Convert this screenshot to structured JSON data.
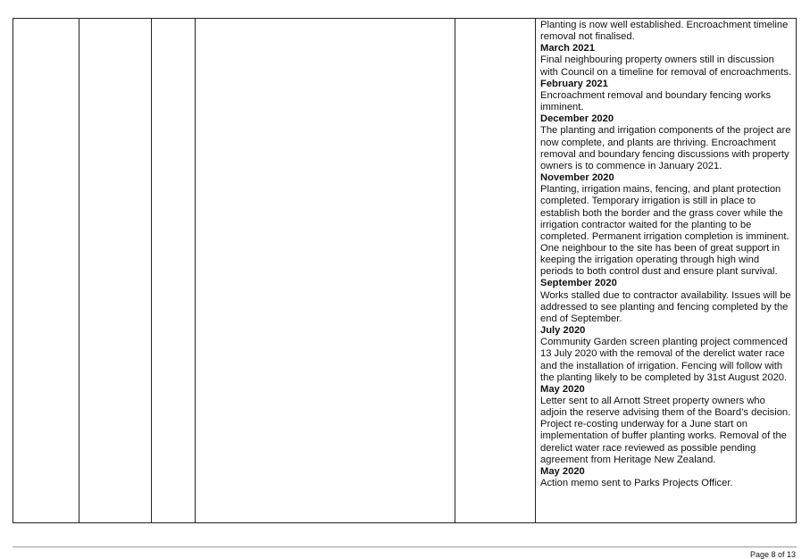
{
  "notes": [
    {
      "type": "text",
      "text": "Planting is now well established. Encroachment timeline removal not finalised."
    },
    {
      "type": "heading",
      "text": "March 2021"
    },
    {
      "type": "text",
      "text": "Final neighbouring property owners still in discussion with Council on a timeline for removal of encroachments."
    },
    {
      "type": "heading",
      "text": "February 2021"
    },
    {
      "type": "text",
      "text": "Encroachment removal and boundary fencing works imminent."
    },
    {
      "type": "heading",
      "text": "December 2020"
    },
    {
      "type": "text",
      "text": "The planting and irrigation components of the project are now complete, and plants are thriving. Encroachment removal and boundary fencing discussions with property owners is to commence in January 2021."
    },
    {
      "type": "heading",
      "text": "November 2020"
    },
    {
      "type": "text",
      "text": "Planting, irrigation mains, fencing, and plant protection completed.  Temporary irrigation is still in place to establish both the border and the grass cover while the irrigation contractor waited for the planting to be completed.  Permanent irrigation completion is imminent.  One neighbour to the site has been of great support in keeping the irrigation operating through high wind periods to both control dust and ensure plant survival."
    },
    {
      "type": "heading",
      "text": "September 2020"
    },
    {
      "type": "text",
      "text": "Works stalled due to contractor availability. Issues will be addressed to see planting and fencing completed by the end of September."
    },
    {
      "type": "heading",
      "text": "July 2020"
    },
    {
      "type": "text",
      "text": "Community Garden screen planting project commenced 13 July 2020 with the removal of the derelict water race and the installation of irrigation.  Fencing will follow with the planting likely to be completed by 31st August 2020."
    },
    {
      "type": "heading",
      "text": "May 2020"
    },
    {
      "type": "text",
      "text": "Letter sent to all Arnott Street property owners who adjoin the reserve advising them of the Board’s decision.  Project re-costing underway for a June start on implementation of buffer planting works.  Removal of the derelict water race reviewed as possible pending agreement from Heritage New Zealand."
    },
    {
      "type": "heading",
      "text": "May 2020"
    },
    {
      "type": "text",
      "text": "Action memo sent to Parks Projects Officer."
    }
  ],
  "footer": {
    "page_label": "Page 8 of 13"
  }
}
